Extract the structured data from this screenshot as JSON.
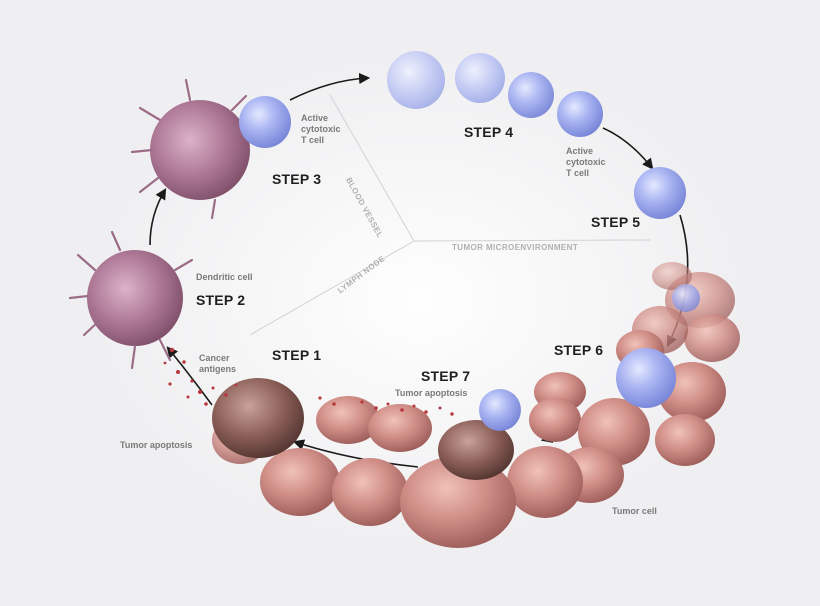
{
  "steps": {
    "s1": "STEP 1",
    "s2": "STEP 2",
    "s3": "STEP 3",
    "s4": "STEP 4",
    "s5": "STEP 5",
    "s6": "STEP 6",
    "s7": "STEP 7"
  },
  "labels": {
    "active_t_cell_1": [
      "Active",
      "cytotoxic",
      "T cell"
    ],
    "active_t_cell_2": [
      "Active",
      "cytotoxic",
      "T cell"
    ],
    "dendritic_cell": "Dendritic cell",
    "cancer_antigens": [
      "Cancer",
      "antigens"
    ],
    "tumor_apoptosis_left": "Tumor apoptosis",
    "tumor_apoptosis_step7": "Tumor apoptosis",
    "tumor_cell": "Tumor cell"
  },
  "regions": {
    "blood_vessel": "BLOOD VESSEL",
    "lymph_node": "LYMPH NODE",
    "tumor_microenvironment": "TUMOR MICROENVIRONMENT"
  },
  "colors": {
    "background": "#efeff1",
    "t_cell": "#8f9ee8",
    "dendritic_cell": "#b07c9b",
    "tumor_cell": "#c98a86",
    "antigen": "#b8383f",
    "arrow": "#1a1a1a"
  }
}
